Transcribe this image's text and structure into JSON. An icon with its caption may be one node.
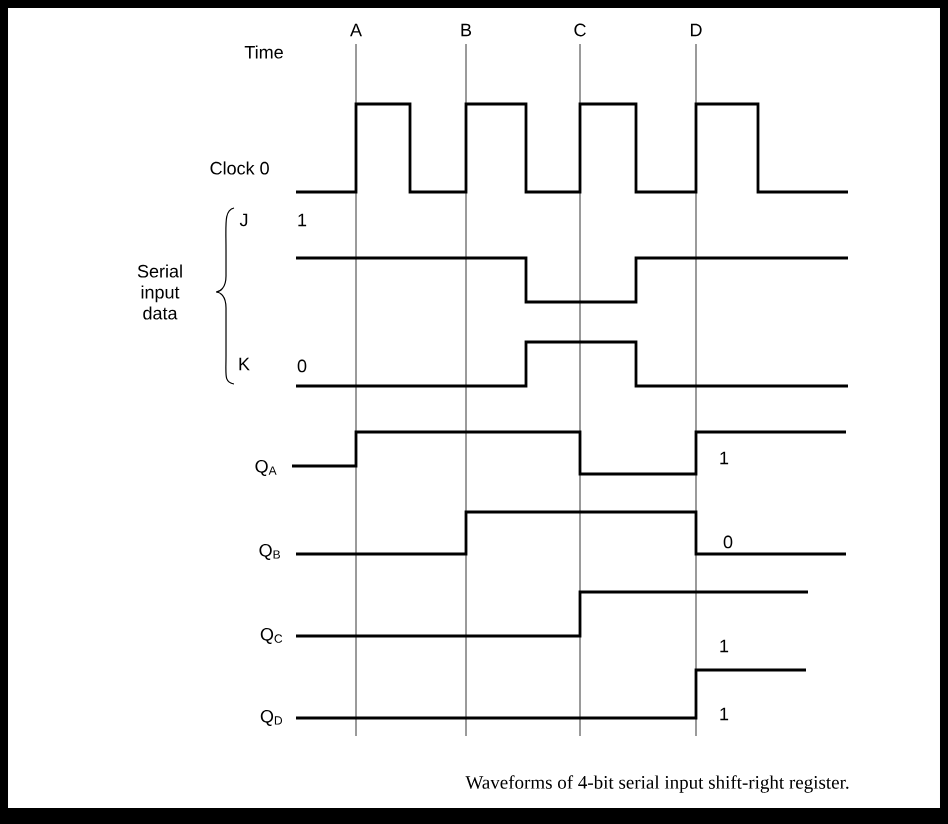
{
  "diagram": {
    "caption": "Waveforms of 4-bit serial input shift-right register.",
    "labels": [
      "Time",
      "A",
      "B",
      "C",
      "D",
      "Clock 0",
      "J",
      "1",
      "Serial input data",
      "K",
      "0",
      "Q$_{A}$",
      "1",
      "Q$_{B}$",
      "0",
      "Q$_{C}$",
      "1",
      "Q$_{D}$",
      "1"
    ]
  }
}
